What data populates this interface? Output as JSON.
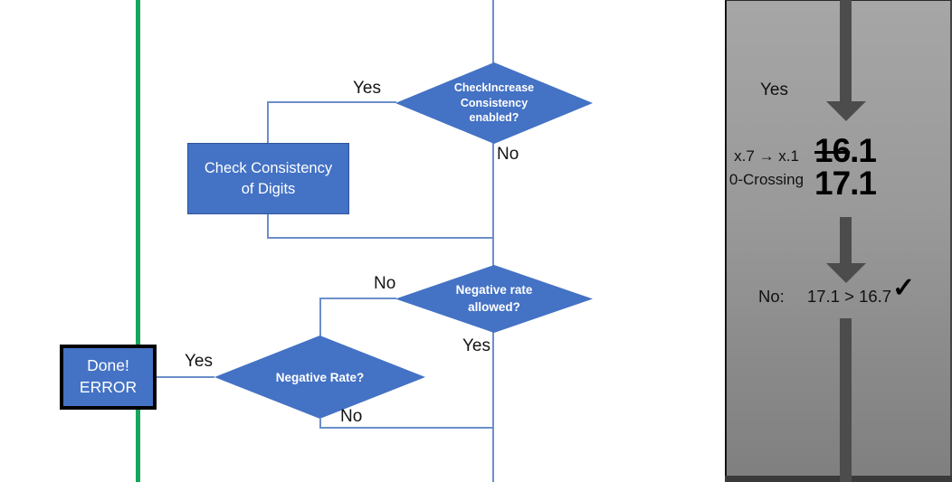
{
  "flowchart": {
    "decision_check_increase": {
      "label": "CheckIncrease\nConsistency\nenabled?",
      "yes_label": "Yes",
      "no_label": "No"
    },
    "process_check_consistency": {
      "label": "Check Consistency\nof Digits"
    },
    "decision_negative_rate_allowed": {
      "label": "Negative rate\nallowed?",
      "no_label": "No",
      "yes_label": "Yes"
    },
    "decision_negative_rate": {
      "label": "Negative Rate?",
      "yes_label": "Yes",
      "no_label": "No"
    },
    "terminal_done_error": {
      "label": "Done!\nERROR"
    }
  },
  "side_panel": {
    "yes_label": "Yes",
    "rule_line1": "x.7 → x.1",
    "rule_line2": "0-Crossing",
    "old_value_struck": "16",
    "old_value_rest": ".1",
    "new_value": "17.1",
    "result_prefix": "No:",
    "result_comparison": "17.1 > 16.7",
    "check_glyph": "✓"
  },
  "colors": {
    "shape_blue": "#4472c4",
    "connector_blue": "#6b8fca",
    "green_rule": "#18a55c",
    "panel_arrow_gray": "#4c4c4c",
    "terminal_border": "#000000"
  }
}
